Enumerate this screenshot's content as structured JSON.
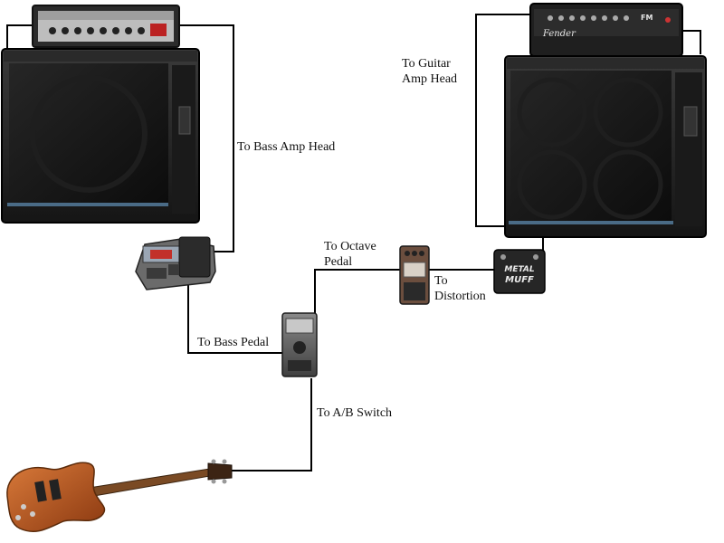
{
  "labels": {
    "to_bass_amp_head": "To Bass Amp Head",
    "to_guitar_amp_head_line1": "To Guitar",
    "to_guitar_amp_head_line2": "Amp Head",
    "to_octave_pedal_line1": "To Octave",
    "to_octave_pedal_line2": "Pedal",
    "to_distortion_line1": "To",
    "to_distortion_line2": "Distortion",
    "to_bass_pedal": "To Bass Pedal",
    "to_ab_switch": "To A/B Switch"
  },
  "device_text": {
    "guitar_amp_brand": "Fender",
    "guitar_amp_model": "FM",
    "distortion_pedal_line1": "METAL",
    "distortion_pedal_line2": "MUFF"
  },
  "colors": {
    "cable": "#000000",
    "cabinet": "#1c1c1c",
    "cabinet_trim": "#4a6b86",
    "bass_body": "#b0521e"
  }
}
